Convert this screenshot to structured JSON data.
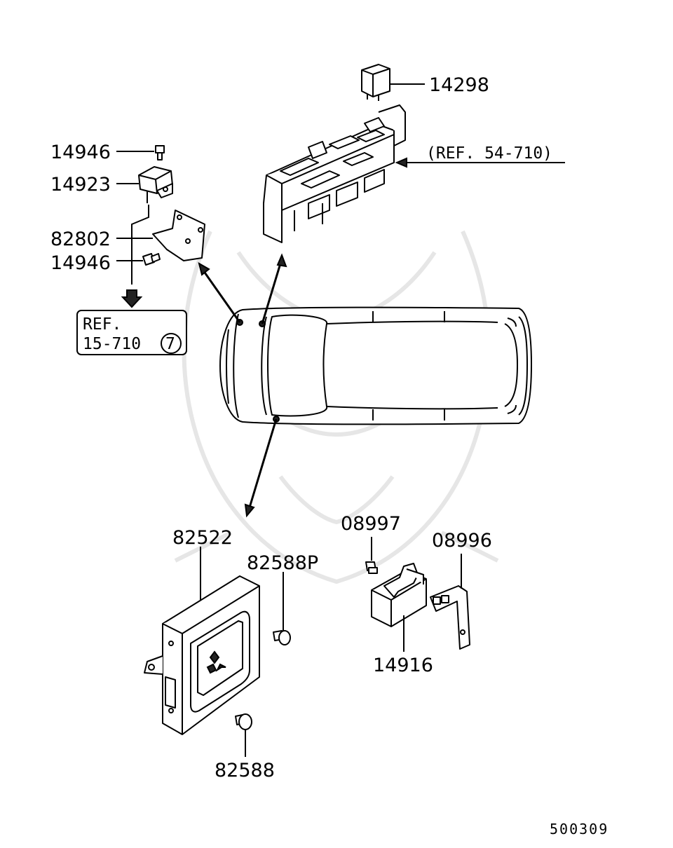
{
  "labels": {
    "p14298": "14298",
    "ref_54_710": "(REF. 54-710)",
    "p14946_top": "14946",
    "p14923": "14923",
    "p82802": "82802",
    "p14946_bottom": "14946",
    "ref_box_line1": "REF.",
    "ref_box_line2": "15-710",
    "ref_box_circle": "7",
    "p82522": "82522",
    "p82588P": "82588P",
    "p08997": "08997",
    "p08996": "08996",
    "p14916": "14916",
    "p82588": "82588",
    "diagram_number": "500309"
  }
}
